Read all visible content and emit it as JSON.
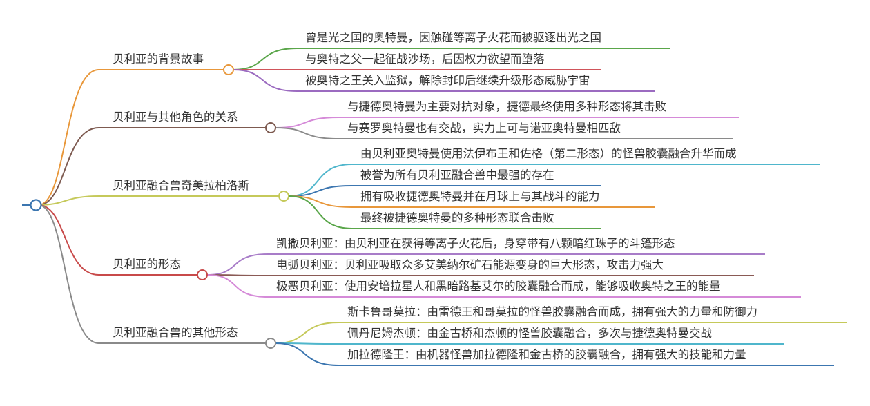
{
  "root": {
    "color": "#3c76b0"
  },
  "branches": [
    {
      "label": "贝利亚的背景故事",
      "color": "#e8973a",
      "children": [
        {
          "label": "曾是光之国的奥特曼，因触碰等离子火花而被驱逐出光之国",
          "color": "#5aa64a"
        },
        {
          "label": "与奥特之父一起征战沙场，后因权力欲望而堕落",
          "color": "#d0545a"
        },
        {
          "label": "被奥特之王关入监狱，解除封印后继续升级形态威胁宇宙",
          "color": "#9b6bc0"
        }
      ]
    },
    {
      "label": "贝利亚与其他角色的关系",
      "color": "#7d5a50",
      "children": [
        {
          "label": "与捷德奥特曼为主要对抗对象，捷德最终使用多种形态将其击败",
          "color": "#d58ad8"
        },
        {
          "label": "与赛罗奥特曼也有交战，实力上可与诺亚奥特曼相匹敌",
          "color": "#8a8a8a"
        }
      ]
    },
    {
      "label": "贝利亚融合兽奇美拉柏洛斯",
      "color": "#c5c95a",
      "children": [
        {
          "label": "由贝利亚奥特曼使用法伊布王和佐格（第二形态）的怪兽胶囊融合升华而成",
          "color": "#4fb6cc"
        },
        {
          "label": "被誉为所有贝利亚融合兽中最强的存在",
          "color": "#3c76b0"
        },
        {
          "label": "拥有吸收捷德奥特曼并在月球上与其战斗的能力",
          "color": "#e8973a"
        },
        {
          "label": "最终被捷德奥特曼的多种形态联合击败",
          "color": "#5aa64a"
        }
      ]
    },
    {
      "label": "贝利亚的形态",
      "color": "#c84a4a",
      "children": [
        {
          "label": "凯撒贝利亚：由贝利亚在获得等离子火花后，身穿带有八颗暗红珠子的斗篷形态",
          "color": "#a87cc8"
        },
        {
          "label": "电弧贝利亚：贝利亚吸取众多艾美纳尔矿石能源变身的巨大形态，攻击力强大",
          "color": "#8a5a55"
        },
        {
          "label": "极恶贝利亚：使用安培拉星人和黑暗路基艾尔的胶囊融合而成，能够吸收奥特之王的能量",
          "color": "#d58ad8"
        }
      ]
    },
    {
      "label": "贝利亚融合兽的其他形态",
      "color": "#8a8a8a",
      "children": [
        {
          "label": "斯卡鲁哥莫拉：由雷德王和哥莫拉的怪兽胶囊融合而成，拥有强大的力量和防御力",
          "color": "#c5c95a"
        },
        {
          "label": "佩丹尼姆杰顿：由金古桥和杰顿的怪兽胶囊融合，多次与捷德奥特曼交战",
          "color": "#4fb6cc"
        },
        {
          "label": "加拉德隆王：由机器怪兽加拉德隆和金古桥的胶囊融合，拥有强大的技能和力量",
          "color": "#3c76b0"
        }
      ]
    }
  ]
}
